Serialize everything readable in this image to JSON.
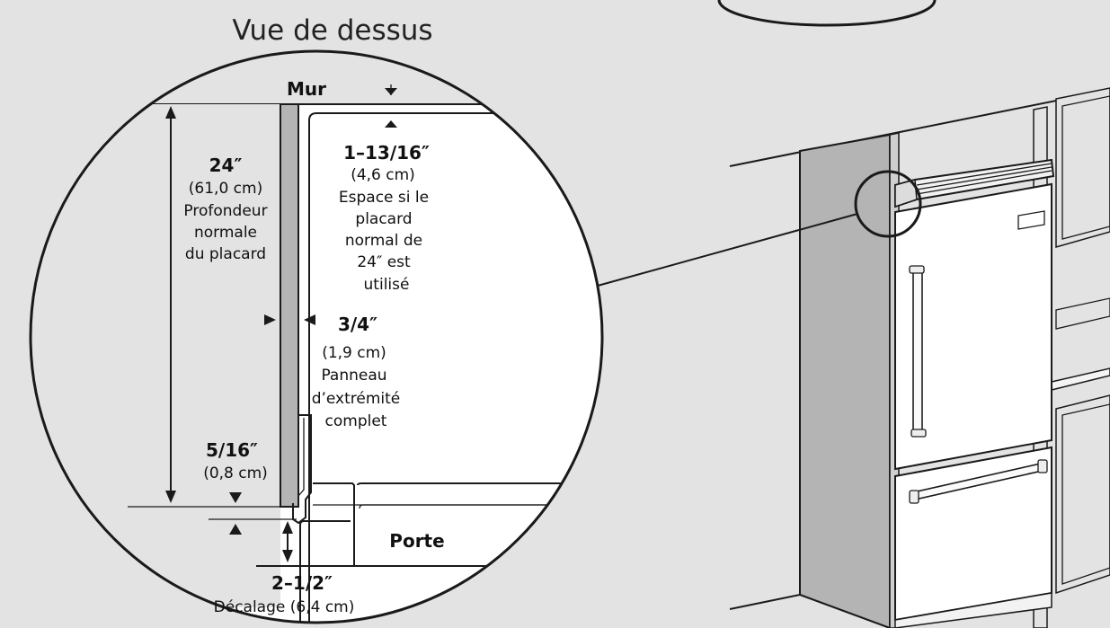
{
  "diagram": {
    "title": "Vue de dessus",
    "wall": "Mur",
    "depth": {
      "value": "24″",
      "metric": "(61,0 cm)",
      "desc": [
        "Profondeur",
        "normale",
        "du placard"
      ]
    },
    "gap": {
      "value": "1–13/16″",
      "metric": "(4,6 cm)",
      "desc": [
        "Espace si le",
        "placard",
        "normal de",
        "24″ est",
        "utilisé"
      ]
    },
    "panel": {
      "value": "3/4″",
      "metric": "(1,9 cm)",
      "desc": [
        "Panneau",
        "d’extrémité",
        "complet"
      ]
    },
    "inset": {
      "value": "5/16″",
      "metric": "(0,8 cm)"
    },
    "offset": {
      "value": "2–1/2″",
      "desc": "Décalage (6,4 cm)"
    },
    "door": "Porte"
  }
}
